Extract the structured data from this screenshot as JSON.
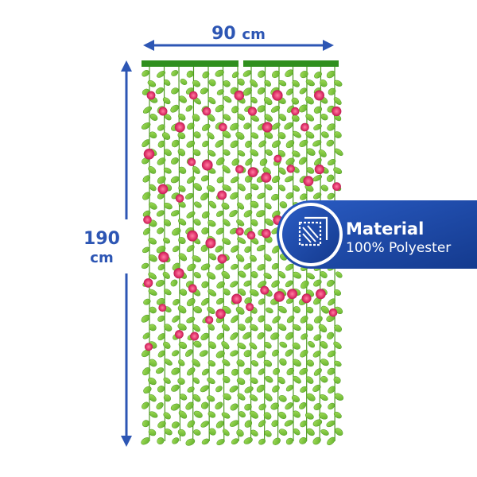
{
  "dimensions": {
    "width_value": "90",
    "width_unit": "cm",
    "height_value": "190",
    "height_unit": "cm"
  },
  "badge": {
    "title": "Material",
    "value": "100% Polyester",
    "icon": "fabric-icon"
  },
  "colors": {
    "accent_blue": "#2d56b4",
    "badge_blue": "#1e4aa8",
    "rod_green": "#2f8f1e",
    "leaf_green": "#7cc83a",
    "flower_pink": "#e0316a"
  }
}
